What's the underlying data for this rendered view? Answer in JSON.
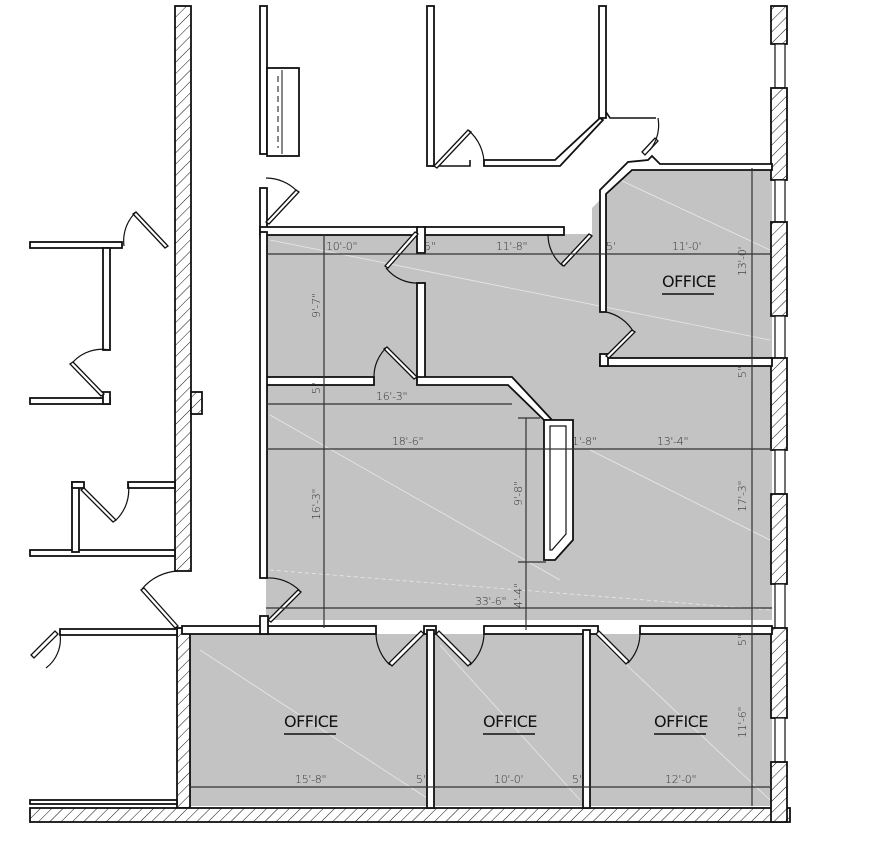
{
  "plan": {
    "colors": {
      "highlight_fill": "#c3c3c3",
      "wall_stroke": "#111111",
      "background": "#ffffff",
      "dimension_line": "#333333"
    },
    "rooms": [
      {
        "id": "office-ne",
        "label": "OFFICE"
      },
      {
        "id": "office-sw",
        "label": "OFFICE"
      },
      {
        "id": "office-s-mid",
        "label": "OFFICE"
      },
      {
        "id": "office-se",
        "label": "OFFICE"
      }
    ],
    "dimensions": {
      "top_left_width": "10'-0\"",
      "top_wall_1": "5\"",
      "top_mid_width": "11'-8\"",
      "top_wall_2": "5'",
      "office_ne_width": "11'-0'",
      "office_ne_height": "13'-0'",
      "room_nw_height": "9'-7\"",
      "wall_nw": "5\"",
      "open_upper_width": "16'-3\"",
      "open_full_width": "18'-6\"",
      "partition_width": "1'-8\"",
      "open_right_width": "13'-4\"",
      "open_height_left": "16'-3\"",
      "partition_height": "9'-8\"",
      "partition_gap": "4'-4\"",
      "total_width": "33'-6\"",
      "right_height": "17'-3\"",
      "wall_east": "5\"",
      "wall_se": "5\"",
      "office_se_height": "11'-6\"",
      "office_sw_width": "15'-8\"",
      "wall_s1": "5\"",
      "office_s_mid_width": "10'-0'",
      "wall_s2": "5\"",
      "office_se_width": "12'-0\""
    }
  }
}
